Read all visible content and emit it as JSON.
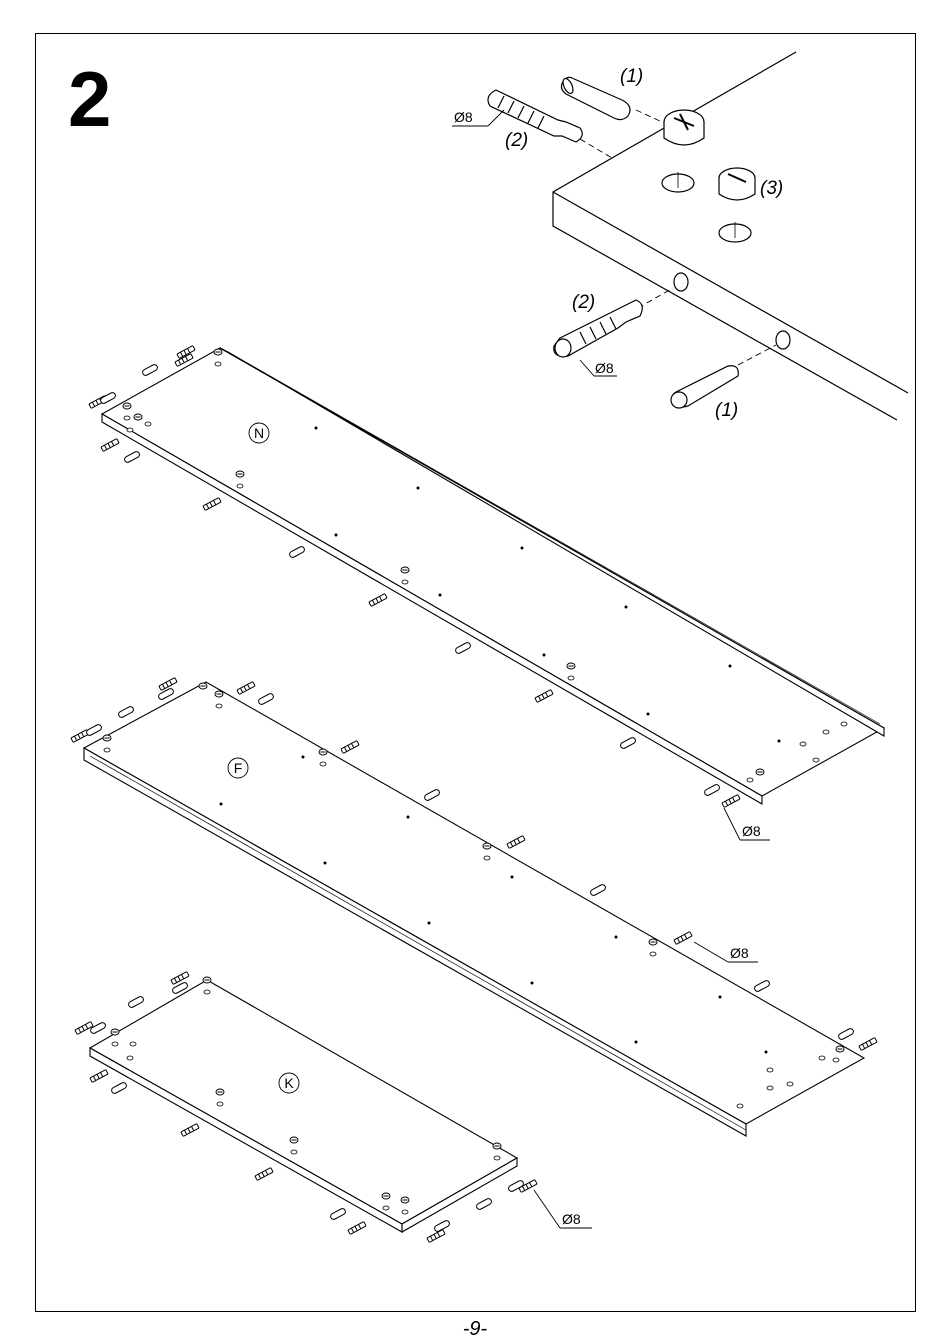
{
  "step_number": "2",
  "page_number": "-9-",
  "panels": {
    "n": "N",
    "f": "F",
    "k": "K"
  },
  "parts": {
    "dowel": "(1)",
    "connector_bolt": "(2)",
    "cam_lock": "(3)"
  },
  "diameter_label": "Ø8"
}
